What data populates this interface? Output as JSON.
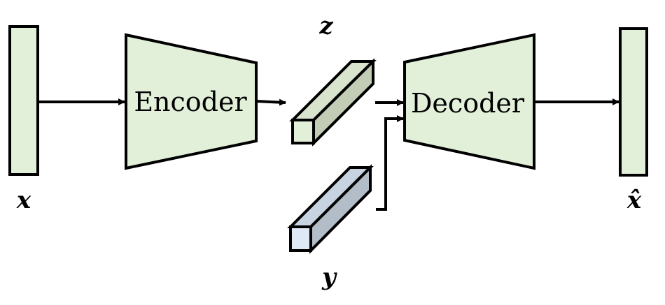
{
  "blocks": {
    "encoder_label": "Encoder",
    "decoder_label": "Decoder"
  },
  "variables": {
    "input": "x",
    "latent": "z",
    "condition": "y",
    "output": "x̂"
  },
  "colors": {
    "block_fill": "#e2efd9",
    "latent_top": "#d8e5cc",
    "latent_side": "#c3ccb5",
    "condition_front": "#dfe9f5",
    "condition_top": "#c7d3e1",
    "condition_side": "#b3bdc8",
    "stroke": "#000000"
  }
}
